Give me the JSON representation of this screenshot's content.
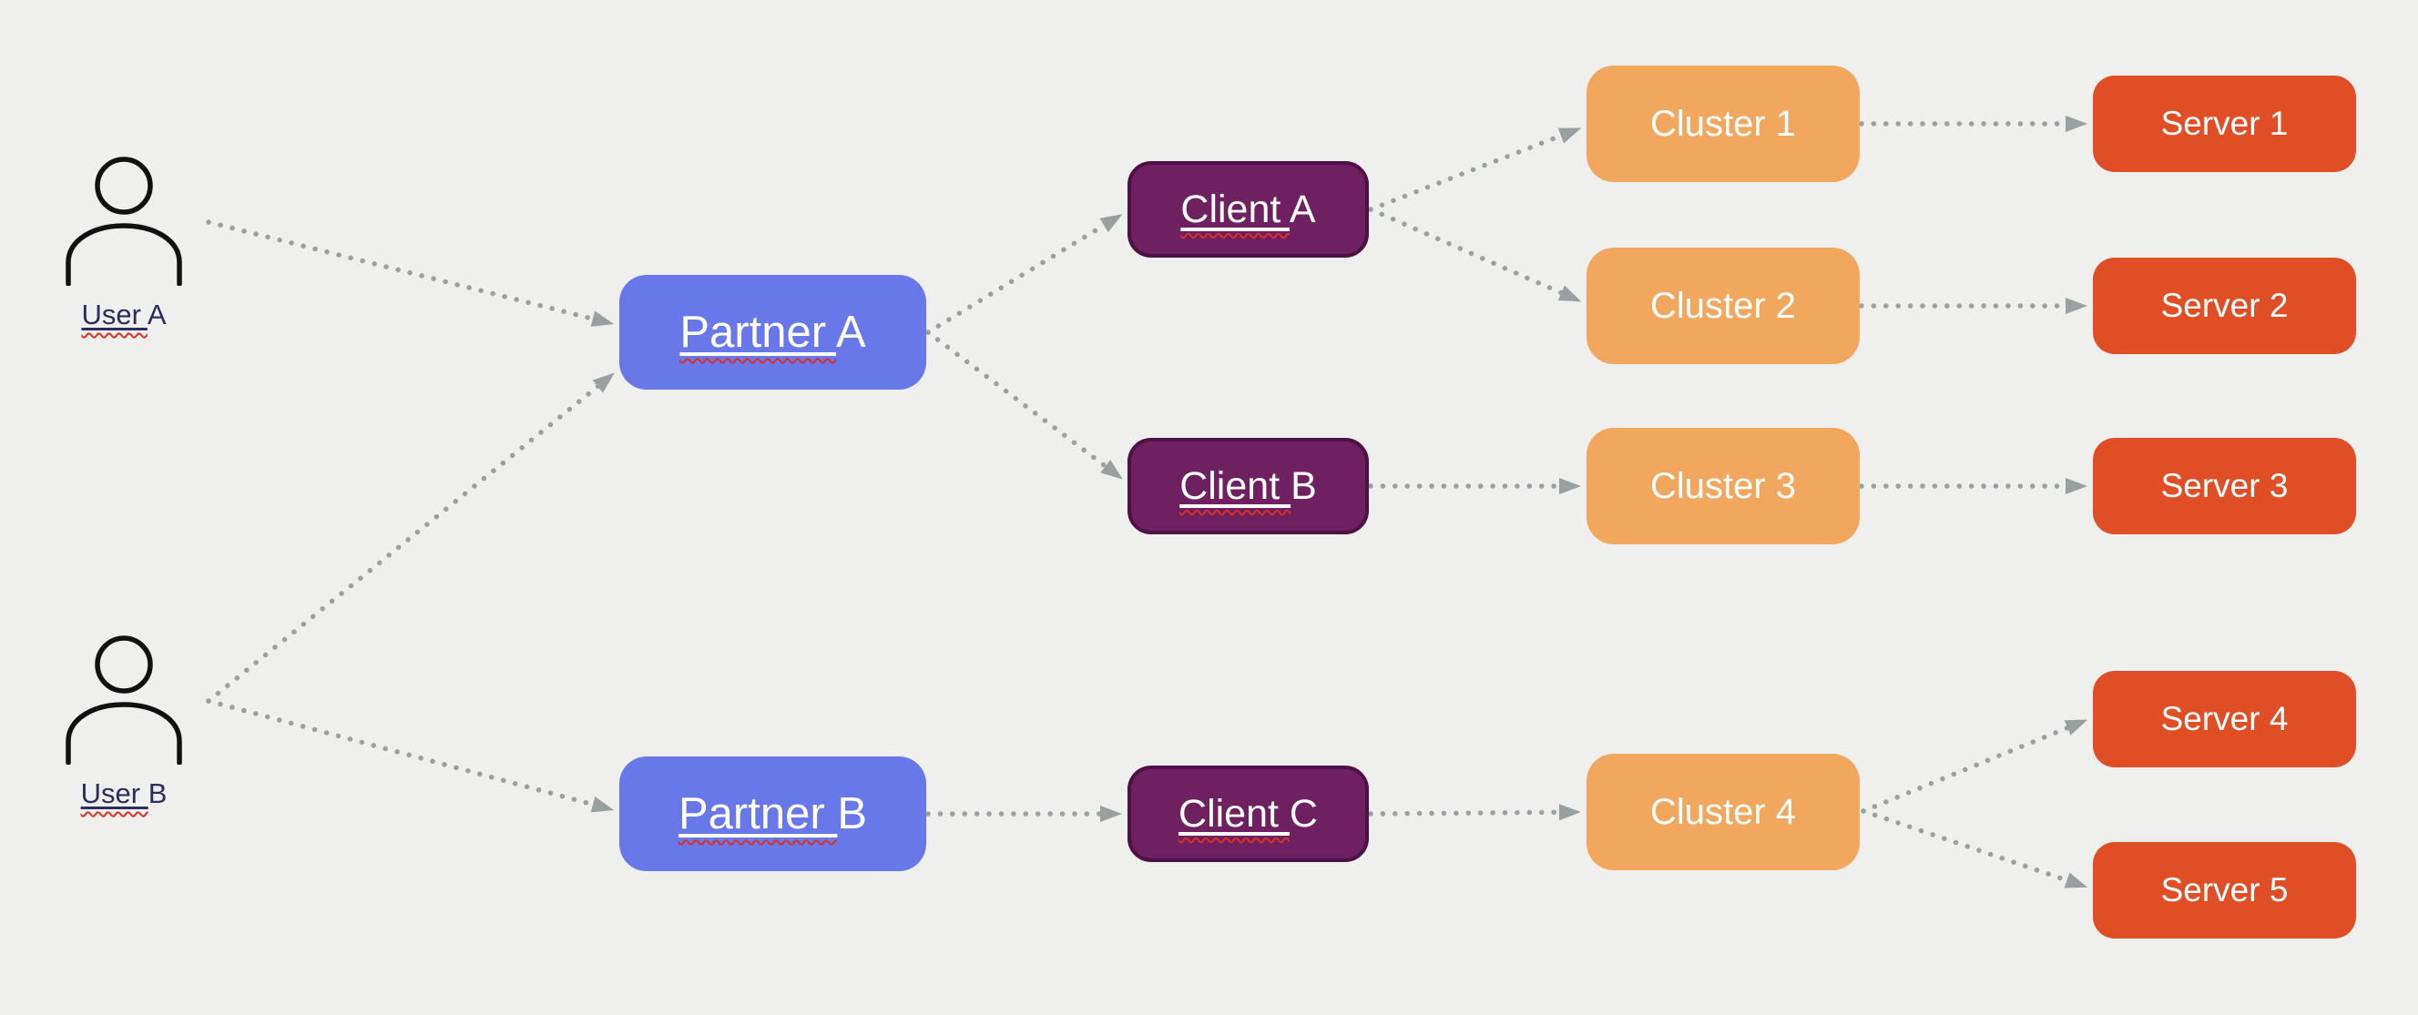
{
  "palette": {
    "bg": "#efefee",
    "partner": "#6878e8",
    "client_fill": "#6e2060",
    "client_border": "#4e1145",
    "cluster": "#f2a75f",
    "server": "#e04e25",
    "arrow": "#98a0a0",
    "user_label": "#2d2c5e",
    "squiggle": "#d93025",
    "user_icon_stroke": "#111111"
  },
  "nodes": {
    "user_a": {
      "label": "User A"
    },
    "user_b": {
      "label": "User B"
    },
    "partner_a": {
      "label": "Partner A"
    },
    "partner_b": {
      "label": "Partner B"
    },
    "client_a": {
      "label": "Client A"
    },
    "client_b": {
      "label": "Client B"
    },
    "client_c": {
      "label": "Client C"
    },
    "cluster_1": {
      "label": "Cluster 1"
    },
    "cluster_2": {
      "label": "Cluster 2"
    },
    "cluster_3": {
      "label": "Cluster 3"
    },
    "cluster_4": {
      "label": "Cluster 4"
    },
    "server_1": {
      "label": "Server 1"
    },
    "server_2": {
      "label": "Server 2"
    },
    "server_3": {
      "label": "Server 3"
    },
    "server_4": {
      "label": "Server 4"
    },
    "server_5": {
      "label": "Server 5"
    }
  },
  "edges": [
    {
      "from": "user_a",
      "to": "partner_a"
    },
    {
      "from": "user_b",
      "to": "partner_a"
    },
    {
      "from": "user_b",
      "to": "partner_b"
    },
    {
      "from": "partner_a",
      "to": "client_a"
    },
    {
      "from": "partner_a",
      "to": "client_b"
    },
    {
      "from": "partner_b",
      "to": "client_c"
    },
    {
      "from": "client_a",
      "to": "cluster_1"
    },
    {
      "from": "client_a",
      "to": "cluster_2"
    },
    {
      "from": "client_b",
      "to": "cluster_3"
    },
    {
      "from": "client_c",
      "to": "cluster_4"
    },
    {
      "from": "cluster_1",
      "to": "server_1"
    },
    {
      "from": "cluster_2",
      "to": "server_2"
    },
    {
      "from": "cluster_3",
      "to": "server_3"
    },
    {
      "from": "cluster_4",
      "to": "server_4"
    },
    {
      "from": "cluster_4",
      "to": "server_5"
    }
  ]
}
